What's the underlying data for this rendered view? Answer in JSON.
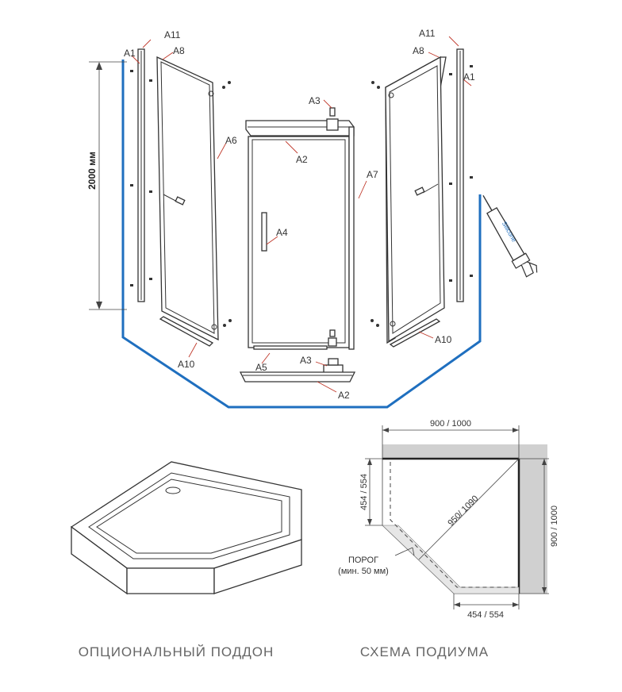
{
  "labels": {
    "a1_left": "A1",
    "a11_left": "A11",
    "a8_left": "A8",
    "a6": "A6",
    "a10_left": "A10",
    "a3_top": "A3",
    "a2_top": "A2",
    "a4": "A4",
    "a5": "A5",
    "a3_bottom": "A3",
    "a2_bottom": "A2",
    "a7": "A7",
    "a11_right": "A11",
    "a8_right": "A8",
    "a1_right": "A1",
    "a10_right": "A10"
  },
  "height_dim": "2000 мм",
  "silicone": "Silicone",
  "scheme": {
    "top_width": "900 / 1000",
    "left_depth": "454 / 554",
    "diagonal": "950/ 1090",
    "right_height": "900 / 1000",
    "bottom_width": "454 / 554",
    "threshold_line1": "ПОРОГ",
    "threshold_line2": "(мин. 50 мм)"
  },
  "captions": {
    "tray": "ОПЦИОНАЛЬНЫЙ ПОДДОН",
    "podium": "СХЕМА ПОДИУМА"
  },
  "colors": {
    "outline_blue": "#1f6fbf",
    "leader_red": "#c0392b",
    "line": "#333333"
  }
}
